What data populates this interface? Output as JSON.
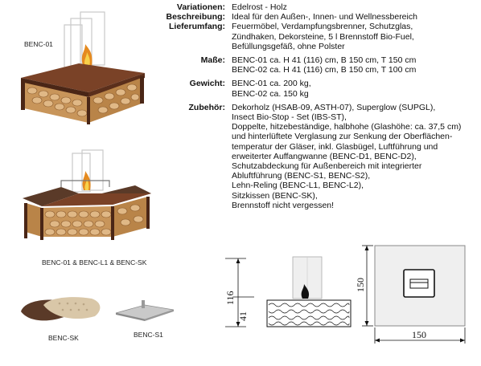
{
  "captions": {
    "top": "BENC-01",
    "middle": "BENC-01 & BENC-L1 & BENC-SK",
    "bottom_left": "BENC-SK",
    "bottom_right": "BENC-S1"
  },
  "specs": [
    {
      "label": "Variationen:",
      "lines": [
        "Edelrost - Holz"
      ]
    },
    {
      "label": "Beschreibung:",
      "lines": [
        "Ideal für den Außen-, Innen- und Wellnessbereich"
      ]
    },
    {
      "label": "Lieferumfang:",
      "lines": [
        "Feuermöbel, Verdampfungsbrenner, Schutzglas,",
        "Zündhaken, Dekorsteine, 5 l Brennstoff Bio-Fuel,",
        "Befüllungsgefäß, ohne Polster"
      ]
    },
    {
      "label": "Maße:",
      "lines": [
        "BENC-01 ca. H 41 (116) cm, B 150 cm, T 150 cm",
        "BENC-02 ca. H 41 (116) cm, B 150 cm, T 100 cm"
      ]
    },
    {
      "label": "Gewicht:",
      "lines": [
        "BENC-01 ca. 200 kg,",
        "BENC-02 ca. 150 kg"
      ]
    },
    {
      "label": "Zubehör:",
      "lines": [
        "Dekorholz (HSAB-09, ASTH-07), Superglow (SUPGL),",
        "Insect Bio-Stop - Set (IBS-ST),",
        "Doppelte, hitzebeständige, halbhohe (Glashöhe: ca. 37,5 cm)",
        "und hinterlüftete Verglasung zur Senkung der Oberflächen-",
        "temperatur der Gläser, inkl. Glasbügel, Luftführung und",
        "erweiterter Auffangwanne (BENC-D1, BENC-D2),",
        "Schutzabdeckung für Außenbereich mit integrierter",
        "Abluftführung (BENC-S1, BENC-S2),",
        "Lehn-Reling (BENC-L1, BENC-L2),",
        "Sitzkissen (BENC-SK),",
        "Brennstoff nicht vergessen!"
      ]
    }
  ],
  "dimensions": {
    "side_total_height": "116",
    "side_base_height": "41",
    "top_depth": "150",
    "top_width": "150"
  },
  "colors": {
    "rust": "#6b3a22",
    "rust_dark": "#3f2114",
    "wood": "#c8955a",
    "wood_light": "#e0b886",
    "cushion": "#5a3a28",
    "cushion_light": "#d9c7a8",
    "metal": "#b7b7b7"
  }
}
